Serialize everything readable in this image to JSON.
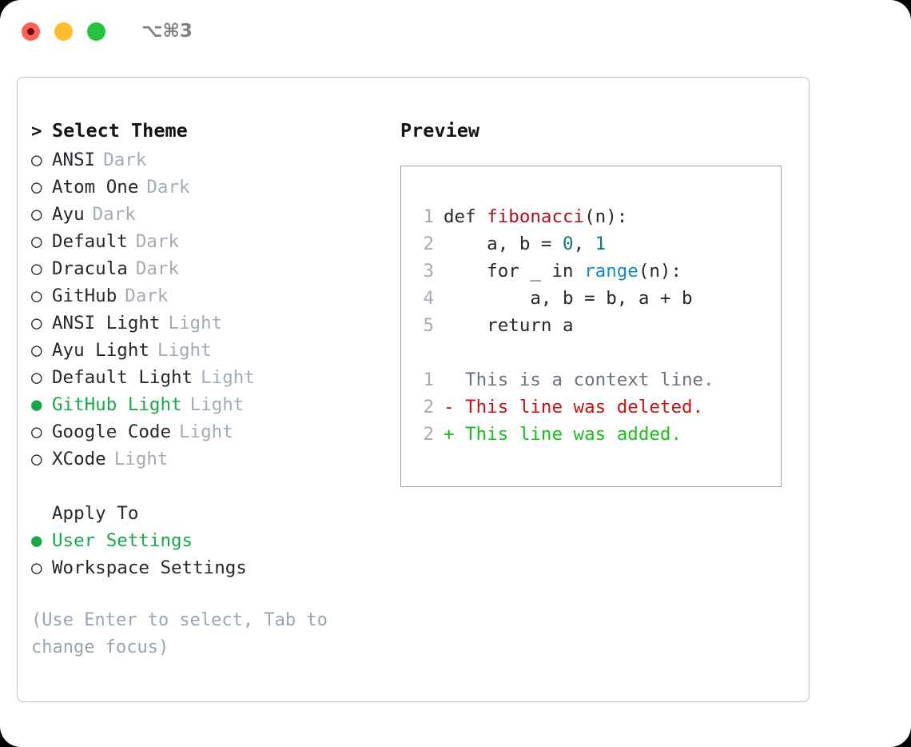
{
  "titlebar": {
    "shortcut": "⌥⌘3",
    "buttons": [
      "close",
      "minimize",
      "maximize"
    ]
  },
  "theme_picker": {
    "heading": "Select Theme",
    "heading_prefix": ">",
    "marker_unselected": "○",
    "marker_selected": "●",
    "items": [
      {
        "name": "ANSI",
        "variant": "Dark",
        "selected": false
      },
      {
        "name": "Atom One",
        "variant": "Dark",
        "selected": false
      },
      {
        "name": "Ayu",
        "variant": "Dark",
        "selected": false
      },
      {
        "name": "Default",
        "variant": "Dark",
        "selected": false
      },
      {
        "name": "Dracula",
        "variant": "Dark",
        "selected": false
      },
      {
        "name": "GitHub",
        "variant": "Dark",
        "selected": false
      },
      {
        "name": "ANSI Light",
        "variant": "Light",
        "selected": false
      },
      {
        "name": "Ayu Light",
        "variant": "Light",
        "selected": false
      },
      {
        "name": "Default Light",
        "variant": "Light",
        "selected": false
      },
      {
        "name": "GitHub Light",
        "variant": "Light",
        "selected": true
      },
      {
        "name": "Google Code",
        "variant": "Light",
        "selected": false
      },
      {
        "name": "XCode",
        "variant": "Light",
        "selected": false
      }
    ]
  },
  "apply_to": {
    "heading": "Apply To",
    "items": [
      {
        "name": "User Settings",
        "selected": true
      },
      {
        "name": "Workspace Settings",
        "selected": false
      }
    ]
  },
  "hint": "(Use Enter to select, Tab to change focus)",
  "preview": {
    "title": "Preview",
    "code_lines": [
      {
        "no": "1",
        "segments": [
          {
            "text": "def ",
            "tok": "plain"
          },
          {
            "text": "fibonacci",
            "tok": "fn"
          },
          {
            "text": "(n):",
            "tok": "plain"
          }
        ]
      },
      {
        "no": "2",
        "segments": [
          {
            "text": "    a, b = ",
            "tok": "plain"
          },
          {
            "text": "0",
            "tok": "num"
          },
          {
            "text": ", ",
            "tok": "plain"
          },
          {
            "text": "1",
            "tok": "num"
          }
        ]
      },
      {
        "no": "3",
        "segments": [
          {
            "text": "    for _ in ",
            "tok": "plain"
          },
          {
            "text": "range",
            "tok": "call"
          },
          {
            "text": "(n):",
            "tok": "plain"
          }
        ]
      },
      {
        "no": "4",
        "segments": [
          {
            "text": "        a, b = b, a + b",
            "tok": "plain"
          }
        ]
      },
      {
        "no": "5",
        "segments": [
          {
            "text": "    return a",
            "tok": "plain"
          }
        ]
      }
    ],
    "diff_lines": [
      {
        "no": "1",
        "mark": " ",
        "text": " This is a context line.",
        "kind": "context"
      },
      {
        "no": "2",
        "mark": "-",
        "text": " This line was deleted.",
        "kind": "deleted"
      },
      {
        "no": "2",
        "mark": "+",
        "text": " This line was added.",
        "kind": "added"
      }
    ]
  },
  "colors": {
    "selected_green": "#19a849",
    "muted_gray": "#a3acb6",
    "hint_gray": "#9aa5b1",
    "fn_red": "#a7111b",
    "num_teal": "#0b7a78",
    "call_blue": "#1189c4",
    "diff_del_red": "#cc1111",
    "diff_add_green": "#16c216",
    "panel_border": "#b6bfc9",
    "preview_border": "#93a1b0"
  }
}
